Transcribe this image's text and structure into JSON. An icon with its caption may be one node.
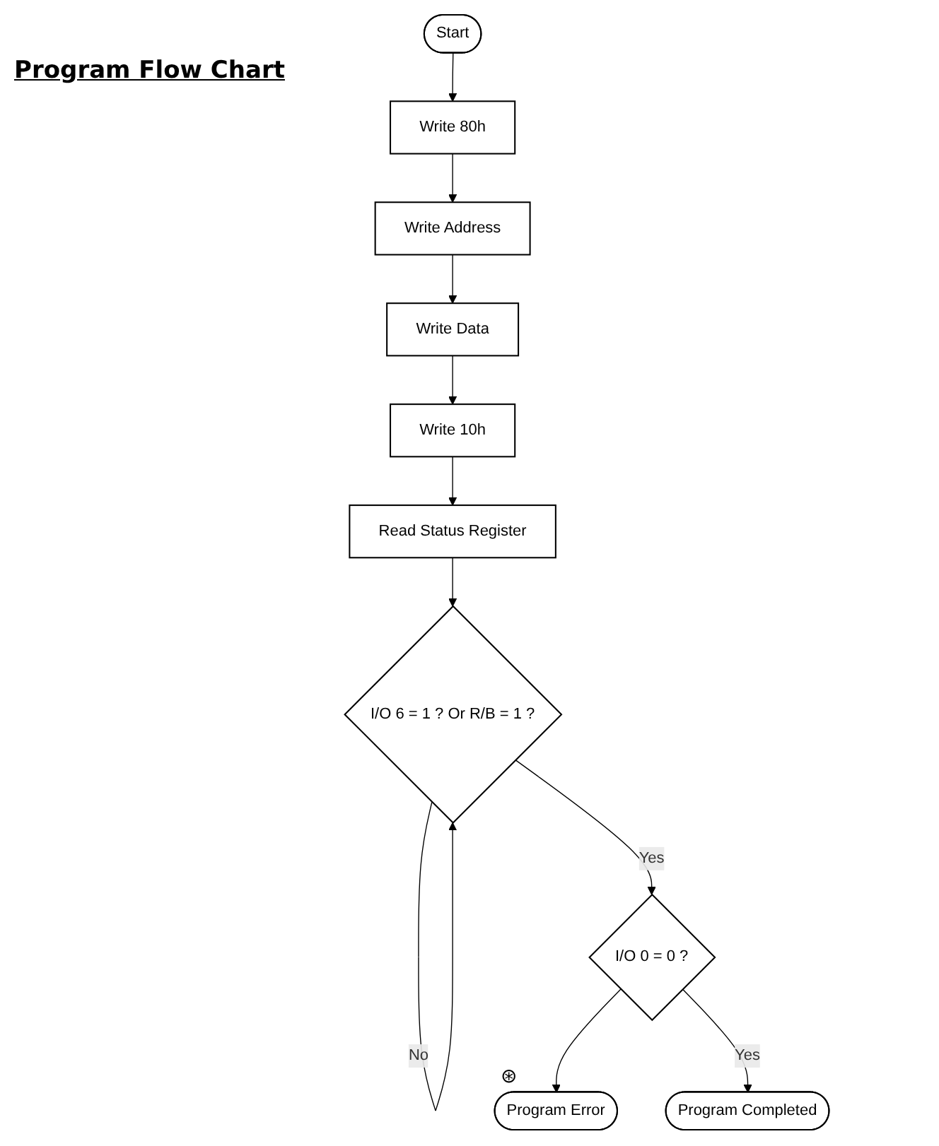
{
  "diagram": {
    "title": "Program Flow Chart",
    "nodes": [
      {
        "text": [
          "Start"
        ]
      },
      {
        "text": [
          "Write 80h"
        ]
      },
      {
        "text": [
          "Write Address"
        ]
      },
      {
        "text": [
          "Write Data"
        ]
      },
      {
        "text": [
          "Write 10h"
        ]
      },
      {
        "text": [
          "Read Status Register"
        ]
      },
      {
        "text": [
          "I/O 6 = 1 ? Or R/B = 1 ?"
        ]
      },
      {
        "text": [
          "I/O 0 = 0 ?"
        ]
      },
      {
        "text": [
          "Program Error"
        ],
        "beside": [
          "⊛"
        ]
      },
      {
        "text": [
          "Program Completed"
        ]
      }
    ],
    "edges": [
      {
        "from": 0,
        "to": 1,
        "arrow": "to"
      },
      {
        "from": 1,
        "to": 2,
        "arrow": "to"
      },
      {
        "from": 2,
        "to": 3,
        "arrow": "to"
      },
      {
        "from": 3,
        "to": 4,
        "arrow": "to"
      },
      {
        "from": 4,
        "to": 5,
        "arrow": "to"
      },
      {
        "from": 5,
        "to": 6,
        "arrow": "to"
      },
      {
        "from": 6,
        "to": 6,
        "label": "No",
        "arrow": "to"
      },
      {
        "from": 6,
        "to": 7,
        "label": "Yes",
        "arrow": "to"
      },
      {
        "from": 7,
        "to": 8,
        "arrow": "to"
      },
      {
        "from": 7,
        "to": 9,
        "label": "Yes",
        "arrow": "to"
      }
    ]
  }
}
